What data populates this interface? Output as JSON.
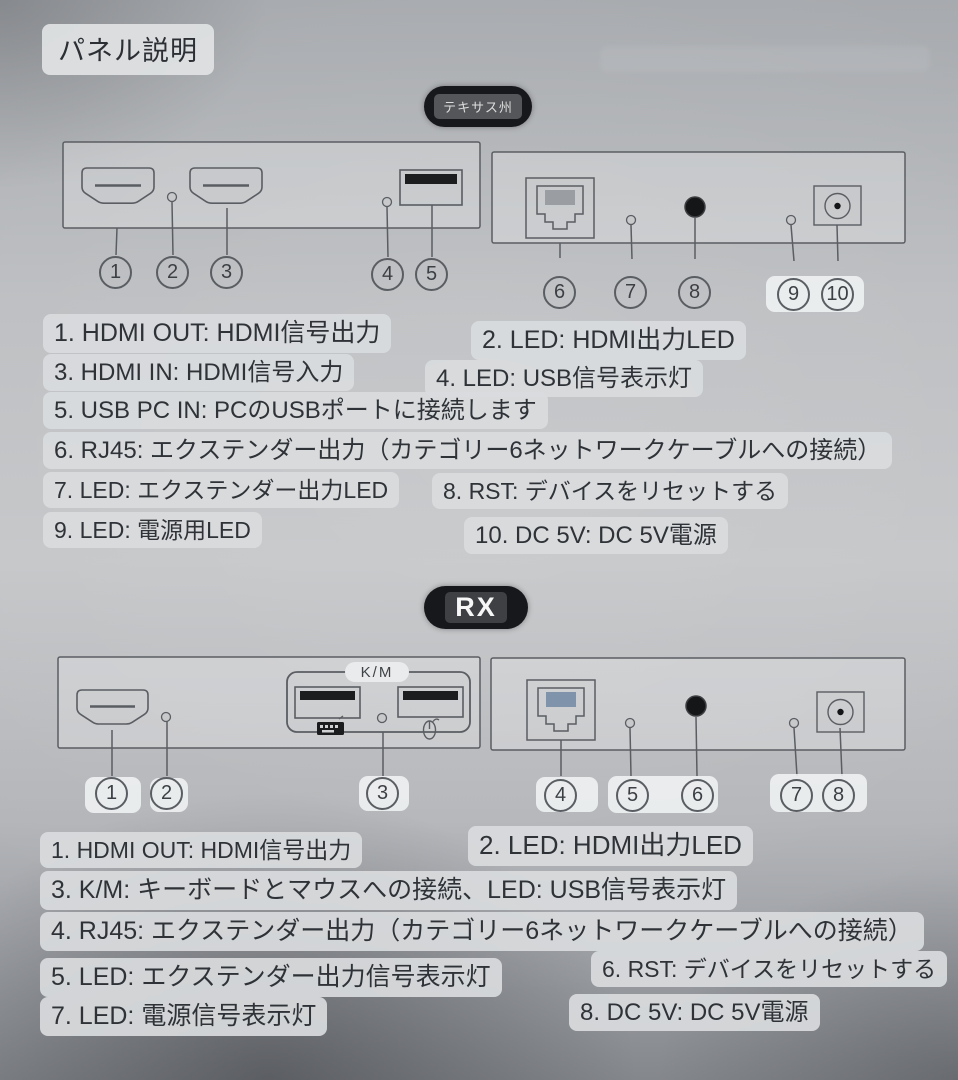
{
  "page": {
    "title": "パネル説明"
  },
  "tx": {
    "badge_label": "テキサス州",
    "callouts": [
      "1",
      "2",
      "3",
      "4",
      "5",
      "6",
      "7",
      "8",
      "9",
      "10"
    ],
    "items": [
      "1. HDMI OUT: HDMI信号出力",
      "2. LED: HDMI出力LED",
      "3. HDMI IN: HDMI信号入力",
      "4. LED: USB信号表示灯",
      "5. USB PC IN: PCのUSBポートに接続します",
      "6. RJ45: エクステンダー出力（カテゴリー6ネットワークケーブルへの接続）",
      "7. LED: エクステンダー出力LED",
      "8. RST: デバイスをリセットする",
      "9. LED: 電源用LED",
      "10. DC 5V: DC 5V電源"
    ]
  },
  "rx": {
    "badge_label": "RX",
    "km_label": "K/M",
    "callouts": [
      "1",
      "2",
      "3",
      "4",
      "5",
      "6",
      "7",
      "8"
    ],
    "items": [
      "1. HDMI OUT: HDMI信号出力",
      "2. LED: HDMI出力LED",
      "3. K/M: キーボードとマウスへの接続、LED: USB信号表示灯",
      "4. RJ45: エクステンダー出力（カテゴリー6ネットワークケーブルへの接続）",
      "5. LED: エクステンダー出力信号表示灯",
      "6. RST: デバイスをリセットする",
      "7. LED: 電源信号表示灯",
      "8. DC 5V: DC 5V電源"
    ]
  },
  "colors": {
    "highlight_pill": "#d9dbdd",
    "badge_background": "#17181b",
    "diagram_line": "#5a5d62",
    "text": "#2f3338"
  }
}
